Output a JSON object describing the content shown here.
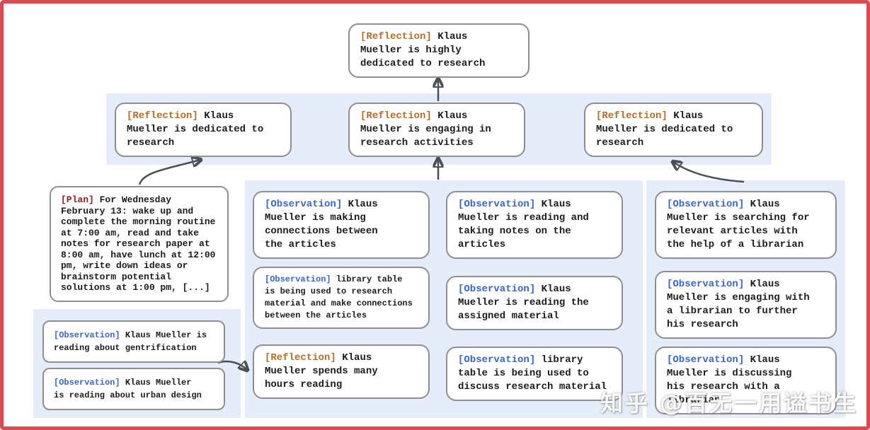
{
  "colors": {
    "frame": "#d84b50",
    "band": "#e4edf9",
    "card_border": "#8f8f8f",
    "reflection_tag": "#b06f2c",
    "observation_tag": "#3b66c4",
    "plan_tag": "#8f1d1d",
    "arrow": "#4a4f55",
    "body_text": "#1c1c1c"
  },
  "root": {
    "tag": "[Reflection]",
    "text": "Klaus\nMueller is highly\ndedicated to research"
  },
  "reflections": [
    {
      "tag": "[Reflection]",
      "text": "Klaus\nMueller is dedicated to\nresearch"
    },
    {
      "tag": "[Reflection]",
      "text": "Klaus\nMueller is engaging in\nresearch activities"
    },
    {
      "tag": "[Reflection]",
      "text": "Klaus\nMueller is dedicated to\nresearch"
    }
  ],
  "plan": {
    "tag": "[Plan]",
    "text": "For Wednesday\nFebruary 13: wake up and\ncomplete the morning routine\nat 7:00 am, read and take\nnotes for research paper at\n8:00 am, have lunch at 12:00\npm, write down ideas or\nbrainstorm potential\nsolutions at 1:00 pm, [...]"
  },
  "bottom_left": [
    {
      "tag": "[Observation]",
      "text": "Klaus Mueller is\nreading about gentrification"
    },
    {
      "tag": "[Observation]",
      "text": "Klaus Mueller\nis reading about urban design"
    }
  ],
  "column_left": [
    {
      "tag": "[Observation]",
      "text": "Klaus\nMueller is making\nconnections between\nthe articles"
    },
    {
      "tag": "[Observation]",
      "text": "library table\nis being used to research\nmaterial and make connections\nbetween the articles"
    },
    {
      "tag": "[Reflection]",
      "text": "Klaus\nMueller spends many\nhours reading"
    }
  ],
  "column_center": [
    {
      "tag": "[Observation]",
      "text": "Klaus\nMueller is reading and\ntaking notes on the\narticles"
    },
    {
      "tag": "[Observation]",
      "text": "Klaus\nMueller is reading the\nassigned material"
    },
    {
      "tag": "[Observation]",
      "text": "library\ntable is being used to\ndiscuss research material"
    }
  ],
  "column_right": [
    {
      "tag": "[Observation]",
      "text": "Klaus\nMueller is searching for\nrelevant articles with\nthe help of a librarian"
    },
    {
      "tag": "[Observation]",
      "text": "Klaus\nMueller is engaging with\na librarian to further\nhis research"
    },
    {
      "tag": "[Observation]",
      "text": "Klaus\nMueller is discussing\nhis research with a\nlibrarian"
    }
  ],
  "watermark": {
    "text": "知乎 @百无一用谥书生"
  }
}
